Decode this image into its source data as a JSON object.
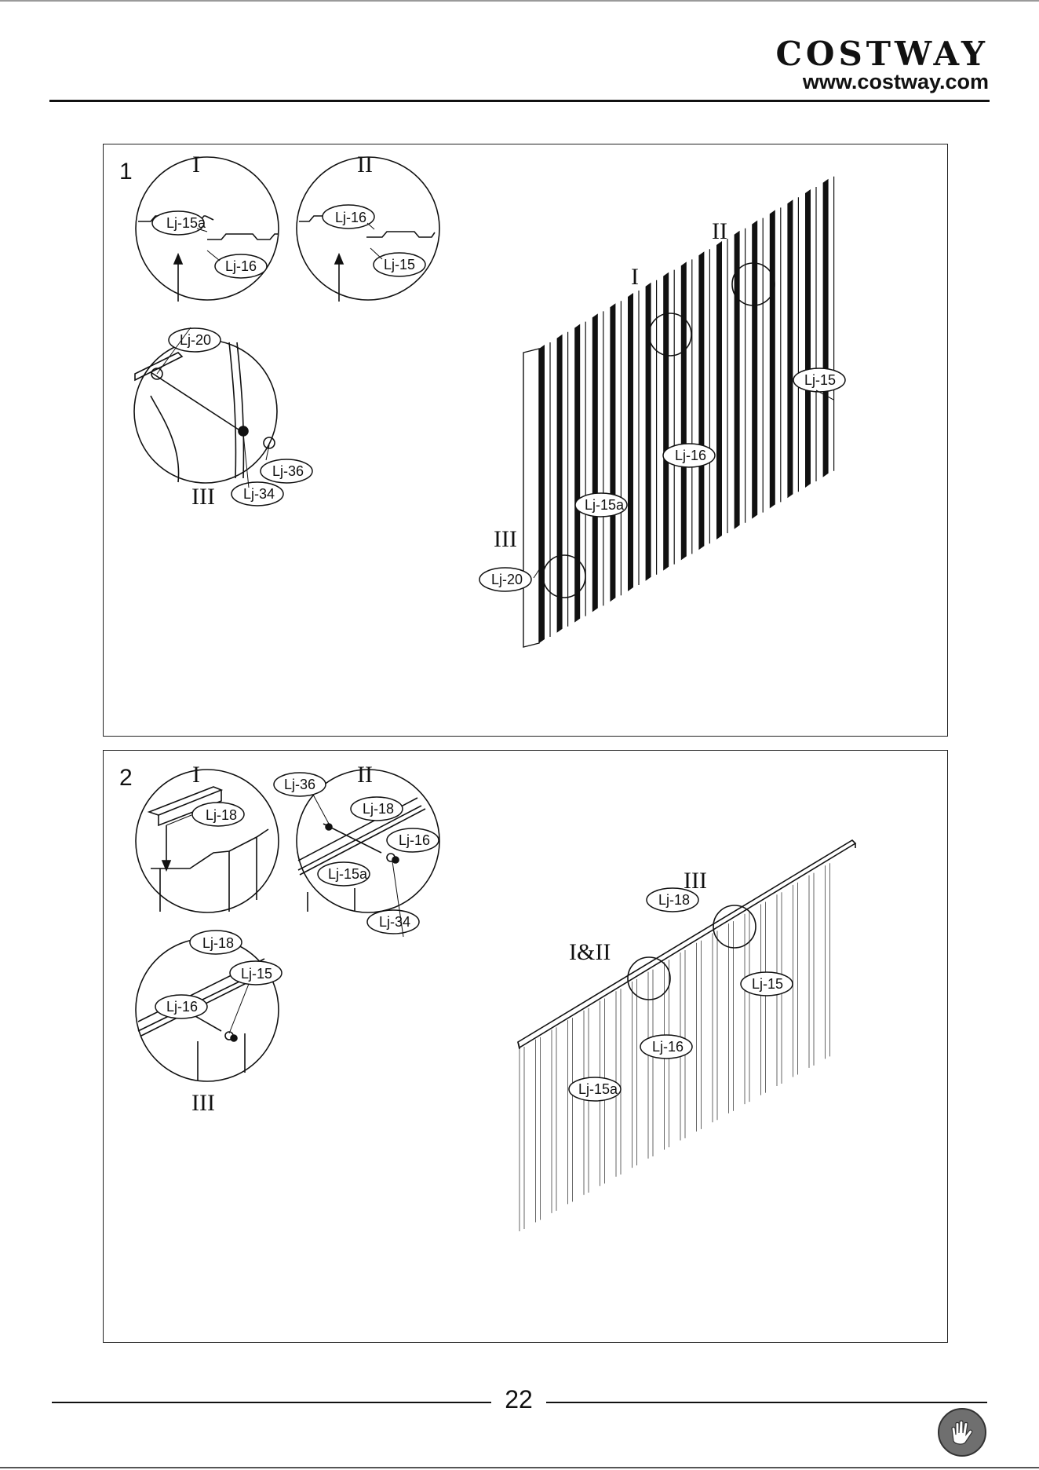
{
  "header": {
    "brand": "COSTWAY",
    "url": "www.costway.com"
  },
  "steps": [
    {
      "number": "1",
      "details": [
        {
          "roman": "I",
          "labels": [
            "Lj-15a",
            "Lj-16"
          ]
        },
        {
          "roman": "II",
          "labels": [
            "Lj-16",
            "Lj-15"
          ]
        },
        {
          "roman": "III",
          "labels": [
            "Lj-20",
            "Lj-36",
            "Lj-34"
          ]
        }
      ],
      "main": {
        "markers": [
          "I",
          "II",
          "III"
        ],
        "labels": [
          "Lj-15",
          "Lj-16",
          "Lj-15a",
          "Lj-20"
        ]
      }
    },
    {
      "number": "2",
      "details": [
        {
          "roman": "I",
          "labels": [
            "Lj-18"
          ]
        },
        {
          "roman": "II",
          "labels": [
            "Lj-36",
            "Lj-18",
            "Lj-16",
            "Lj-15a",
            "Lj-34"
          ]
        },
        {
          "roman": "III",
          "labels": [
            "Lj-18",
            "Lj-15",
            "Lj-16"
          ]
        }
      ],
      "main": {
        "markers": [
          "III",
          "I&II"
        ],
        "labels": [
          "Lj-18",
          "Lj-15",
          "Lj-16",
          "Lj-15a"
        ]
      }
    }
  ],
  "footer": {
    "page_number": "22",
    "badge_icon": "glove-icon"
  }
}
